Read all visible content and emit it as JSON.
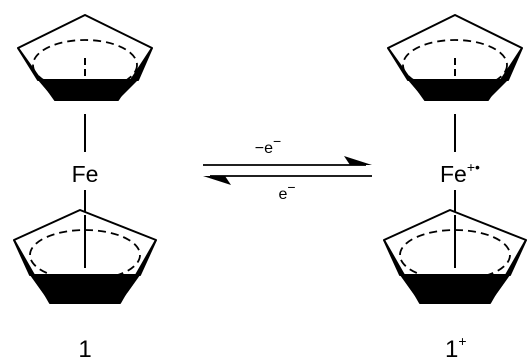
{
  "scheme": {
    "left_metal": "Fe",
    "right_metal": "Fe",
    "right_charge": "+•",
    "forward_label": "−e",
    "forward_label_sup": "−",
    "reverse_label": "e",
    "reverse_label_sup": "−",
    "left_compound": "1",
    "right_compound": "1",
    "right_compound_sup": "+"
  },
  "colors": {
    "ink": "#000000",
    "background": "#ffffff"
  }
}
